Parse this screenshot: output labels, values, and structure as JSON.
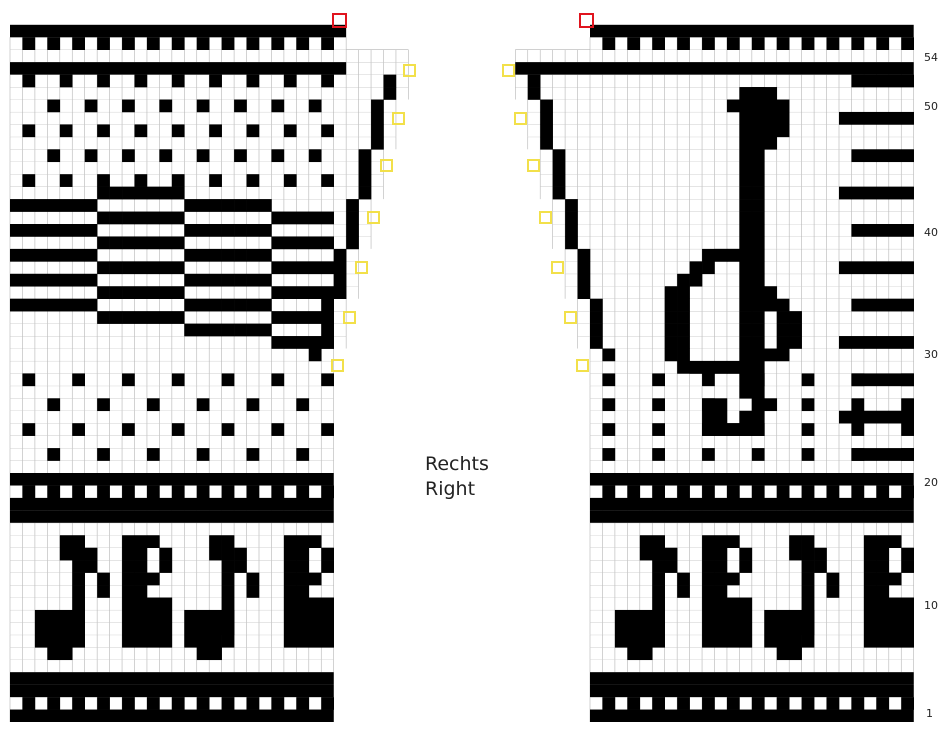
{
  "caption": {
    "line1": "Rechts",
    "line2": "Right"
  },
  "row_numbers": [
    "54",
    "50",
    "40",
    "30",
    "20",
    "10",
    "1"
  ],
  "colors": {
    "stitch": "#000000",
    "grid": "#b4b4b4",
    "background": "#ffffff",
    "start_marker": "#e0141e",
    "decrease_marker": "#f2e04a"
  },
  "motifs": [
    "dotted-border",
    "eighth-note",
    "sixteenth-note",
    "treble-clef",
    "diagonal-stripes",
    "dot-pattern"
  ]
}
